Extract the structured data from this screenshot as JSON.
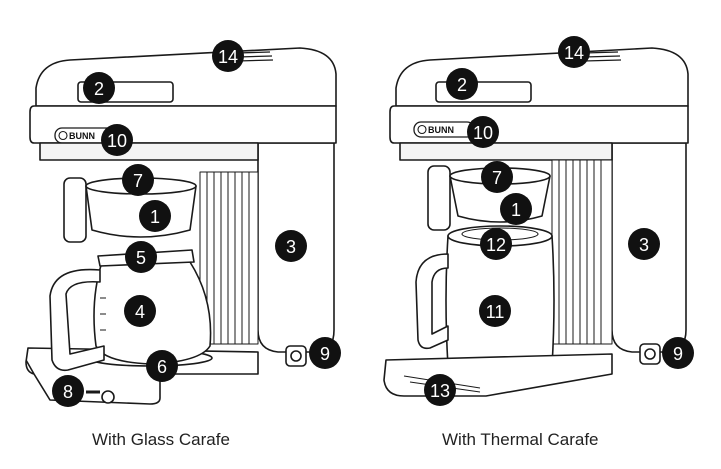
{
  "brand_text": "BUNN",
  "captions": {
    "left": "With Glass Carafe",
    "right": "With Thermal Carafe"
  },
  "left_callouts": {
    "c14": "14",
    "c2": "2",
    "c10": "10",
    "c7": "7",
    "c1": "1",
    "c5": "5",
    "c3": "3",
    "c4": "4",
    "c9": "9",
    "c6": "6",
    "c8": "8"
  },
  "right_callouts": {
    "c14": "14",
    "c2": "2",
    "c10": "10",
    "c7": "7",
    "c1": "1",
    "c12": "12",
    "c3": "3",
    "c11": "11",
    "c9": "9",
    "c13": "13"
  },
  "colors": {
    "line": "#1a1a1a",
    "badge": "#111111",
    "badge_text": "#ffffff"
  }
}
